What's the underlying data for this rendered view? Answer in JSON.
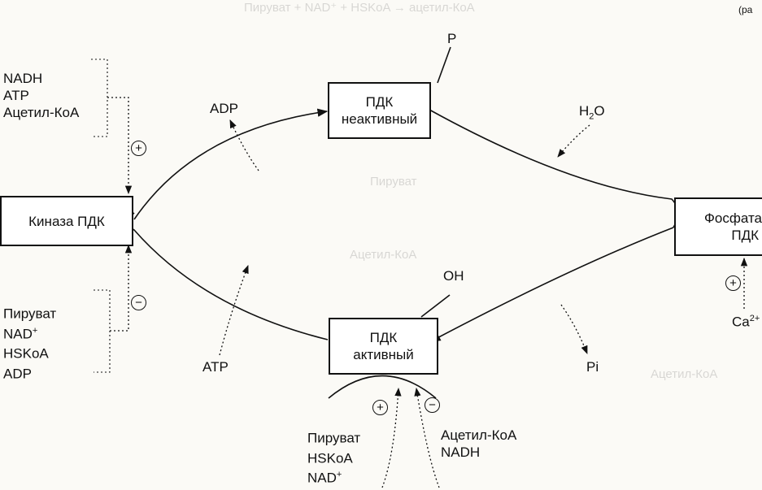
{
  "nodes": {
    "kinase": "Киназа ПДК",
    "inactive_line1": "ПДК",
    "inactive_line2": "неактивный",
    "active_line1": "ПДК",
    "active_line2": "активный",
    "phosphatase_line1": "Фосфата",
    "phosphatase_line2": "ПДК"
  },
  "labels": {
    "P": "P",
    "OH": "OH",
    "ADP": "ADP",
    "ATP": "ATP",
    "H2O_main": "H",
    "H2O_sub": "2",
    "H2O_tail": "O",
    "Pi": "Pi",
    "Ca_main": "Ca",
    "Ca_sup": "2+",
    "top_right_fragment": "(ра"
  },
  "kinase_activators": [
    "NADH",
    "ATP",
    "Ацетил-КоА"
  ],
  "kinase_inhibitors": [
    {
      "text": "Пируват",
      "sup": ""
    },
    {
      "text": "NAD",
      "sup": "+"
    },
    {
      "text": "HSKoA",
      "sup": ""
    },
    {
      "text": "ADP",
      "sup": ""
    }
  ],
  "active_activators": [
    {
      "text": "Пируват",
      "sup": ""
    },
    {
      "text": "HSKoA",
      "sup": ""
    },
    {
      "text": "NAD",
      "sup": "+"
    }
  ],
  "active_inhibitors": [
    "Ацетил-КоА",
    "NADH"
  ],
  "signs": {
    "plus": "+",
    "minus": "−"
  },
  "bleed_through": [
    "Пируват + NAD⁺ + HSKoA → ацетил-КоА",
    "Пируват",
    "Ацетил-КоА",
    "Ацетил-КоА"
  ]
}
